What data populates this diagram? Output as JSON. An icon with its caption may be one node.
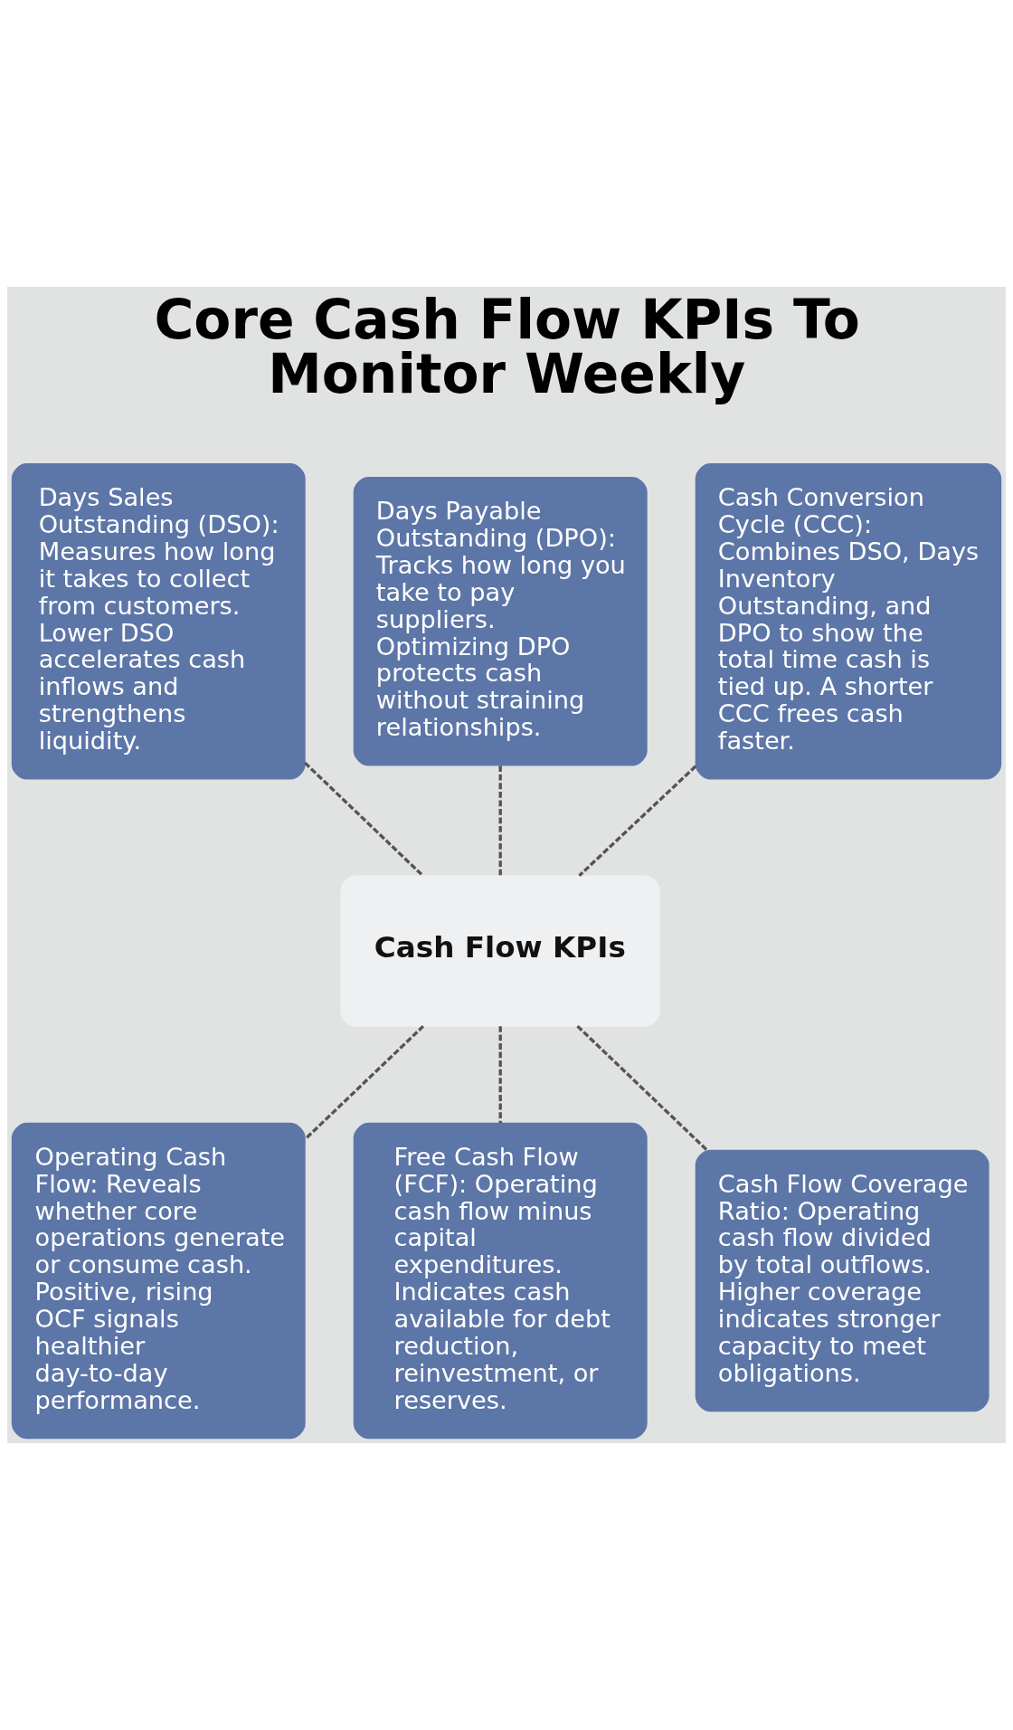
{
  "diagram": {
    "title": "Core Cash Flow KPIs To Monitor Weekly",
    "nodes": [
      {
        "text": [
          "Days Sales Outstanding (DSO): Measures how long it takes to collect from customers. Lower DSO accelerates cash inflows and strengthens liquidity."
        ]
      },
      {
        "text": [
          "Days Payable Outstanding (DPO): Tracks how long you take to pay suppliers. Optimizing DPO protects cash without straining relationships."
        ]
      },
      {
        "text": [
          "Cash Conversion Cycle (CCC): Combines DSO, Days Inventory Outstanding, and DPO to show the total time cash is tied up. A shorter CCC frees cash faster."
        ]
      },
      {
        "text": [
          "Cash Flow KPIs"
        ]
      },
      {
        "text": [
          "Operating Cash Flow: Reveals whether core operations generate or consume cash. Positive, rising OCF signals healthier day-to-day performance."
        ]
      },
      {
        "text": [
          "Free Cash Flow (FCF): Operating cash flow minus capital expenditures. Indicates cash available for debt reduction, reinvestment, or reserves."
        ]
      },
      {
        "text": [
          "Cash Flow Coverage Ratio: Operating cash flow divided by total outflows. Higher coverage indicates stronger capacity to meet obligations."
        ]
      }
    ],
    "edges": [
      {
        "from": 0,
        "to": 3,
        "arrow": "none",
        "style": "dashed"
      },
      {
        "from": 1,
        "to": 3,
        "arrow": "none",
        "style": "dashed"
      },
      {
        "from": 2,
        "to": 3,
        "arrow": "none",
        "style": "dashed"
      },
      {
        "from": 3,
        "to": 4,
        "arrow": "none",
        "style": "dashed"
      },
      {
        "from": 3,
        "to": 5,
        "arrow": "none",
        "style": "dashed"
      },
      {
        "from": 3,
        "to": 6,
        "arrow": "none",
        "style": "dashed"
      }
    ]
  }
}
